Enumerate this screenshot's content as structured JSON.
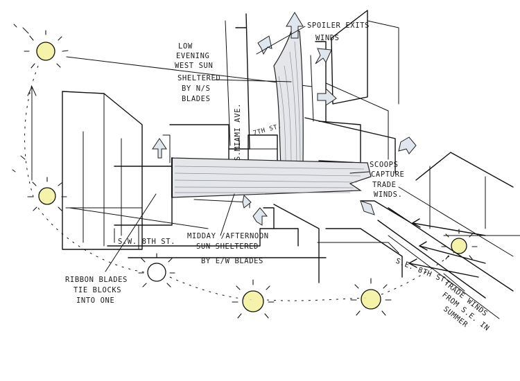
{
  "labels": {
    "spoiler": [
      "SPOILER EXITS",
      "WINDS"
    ],
    "low_sun": [
      "LOW",
      "EVENING",
      "WEST SUN",
      "SHELTERED",
      "BY N/S",
      "BLADES"
    ],
    "miami_ave": "S.MIAMI AVE.",
    "seventh_st": "7TH ST.",
    "scoops": [
      "SCOOPS",
      "CAPTURE",
      "TRADE",
      "WINDS."
    ],
    "sw_8th": "S.W. 8TH ST.",
    "midday": [
      "MIDDAY /AFTERNOON",
      "SUN SHELTERED",
      "BY E/W BLADES"
    ],
    "se_8th": "S.E. 8TH ST.",
    "ribbon": [
      "RIBBON BLADES",
      "TIE BLOCKS",
      "INTO ONE"
    ],
    "trade_winds": [
      "TRADE WINDS",
      "FROM S.E. IN",
      "SUMMER"
    ]
  },
  "colors": {
    "ink": "#111111",
    "sun": "#f3f19b",
    "shade": "#e4e6e9",
    "arrow": "#dfe6ee"
  },
  "icons": [
    "sun-icon",
    "wind-arrow-icon"
  ]
}
